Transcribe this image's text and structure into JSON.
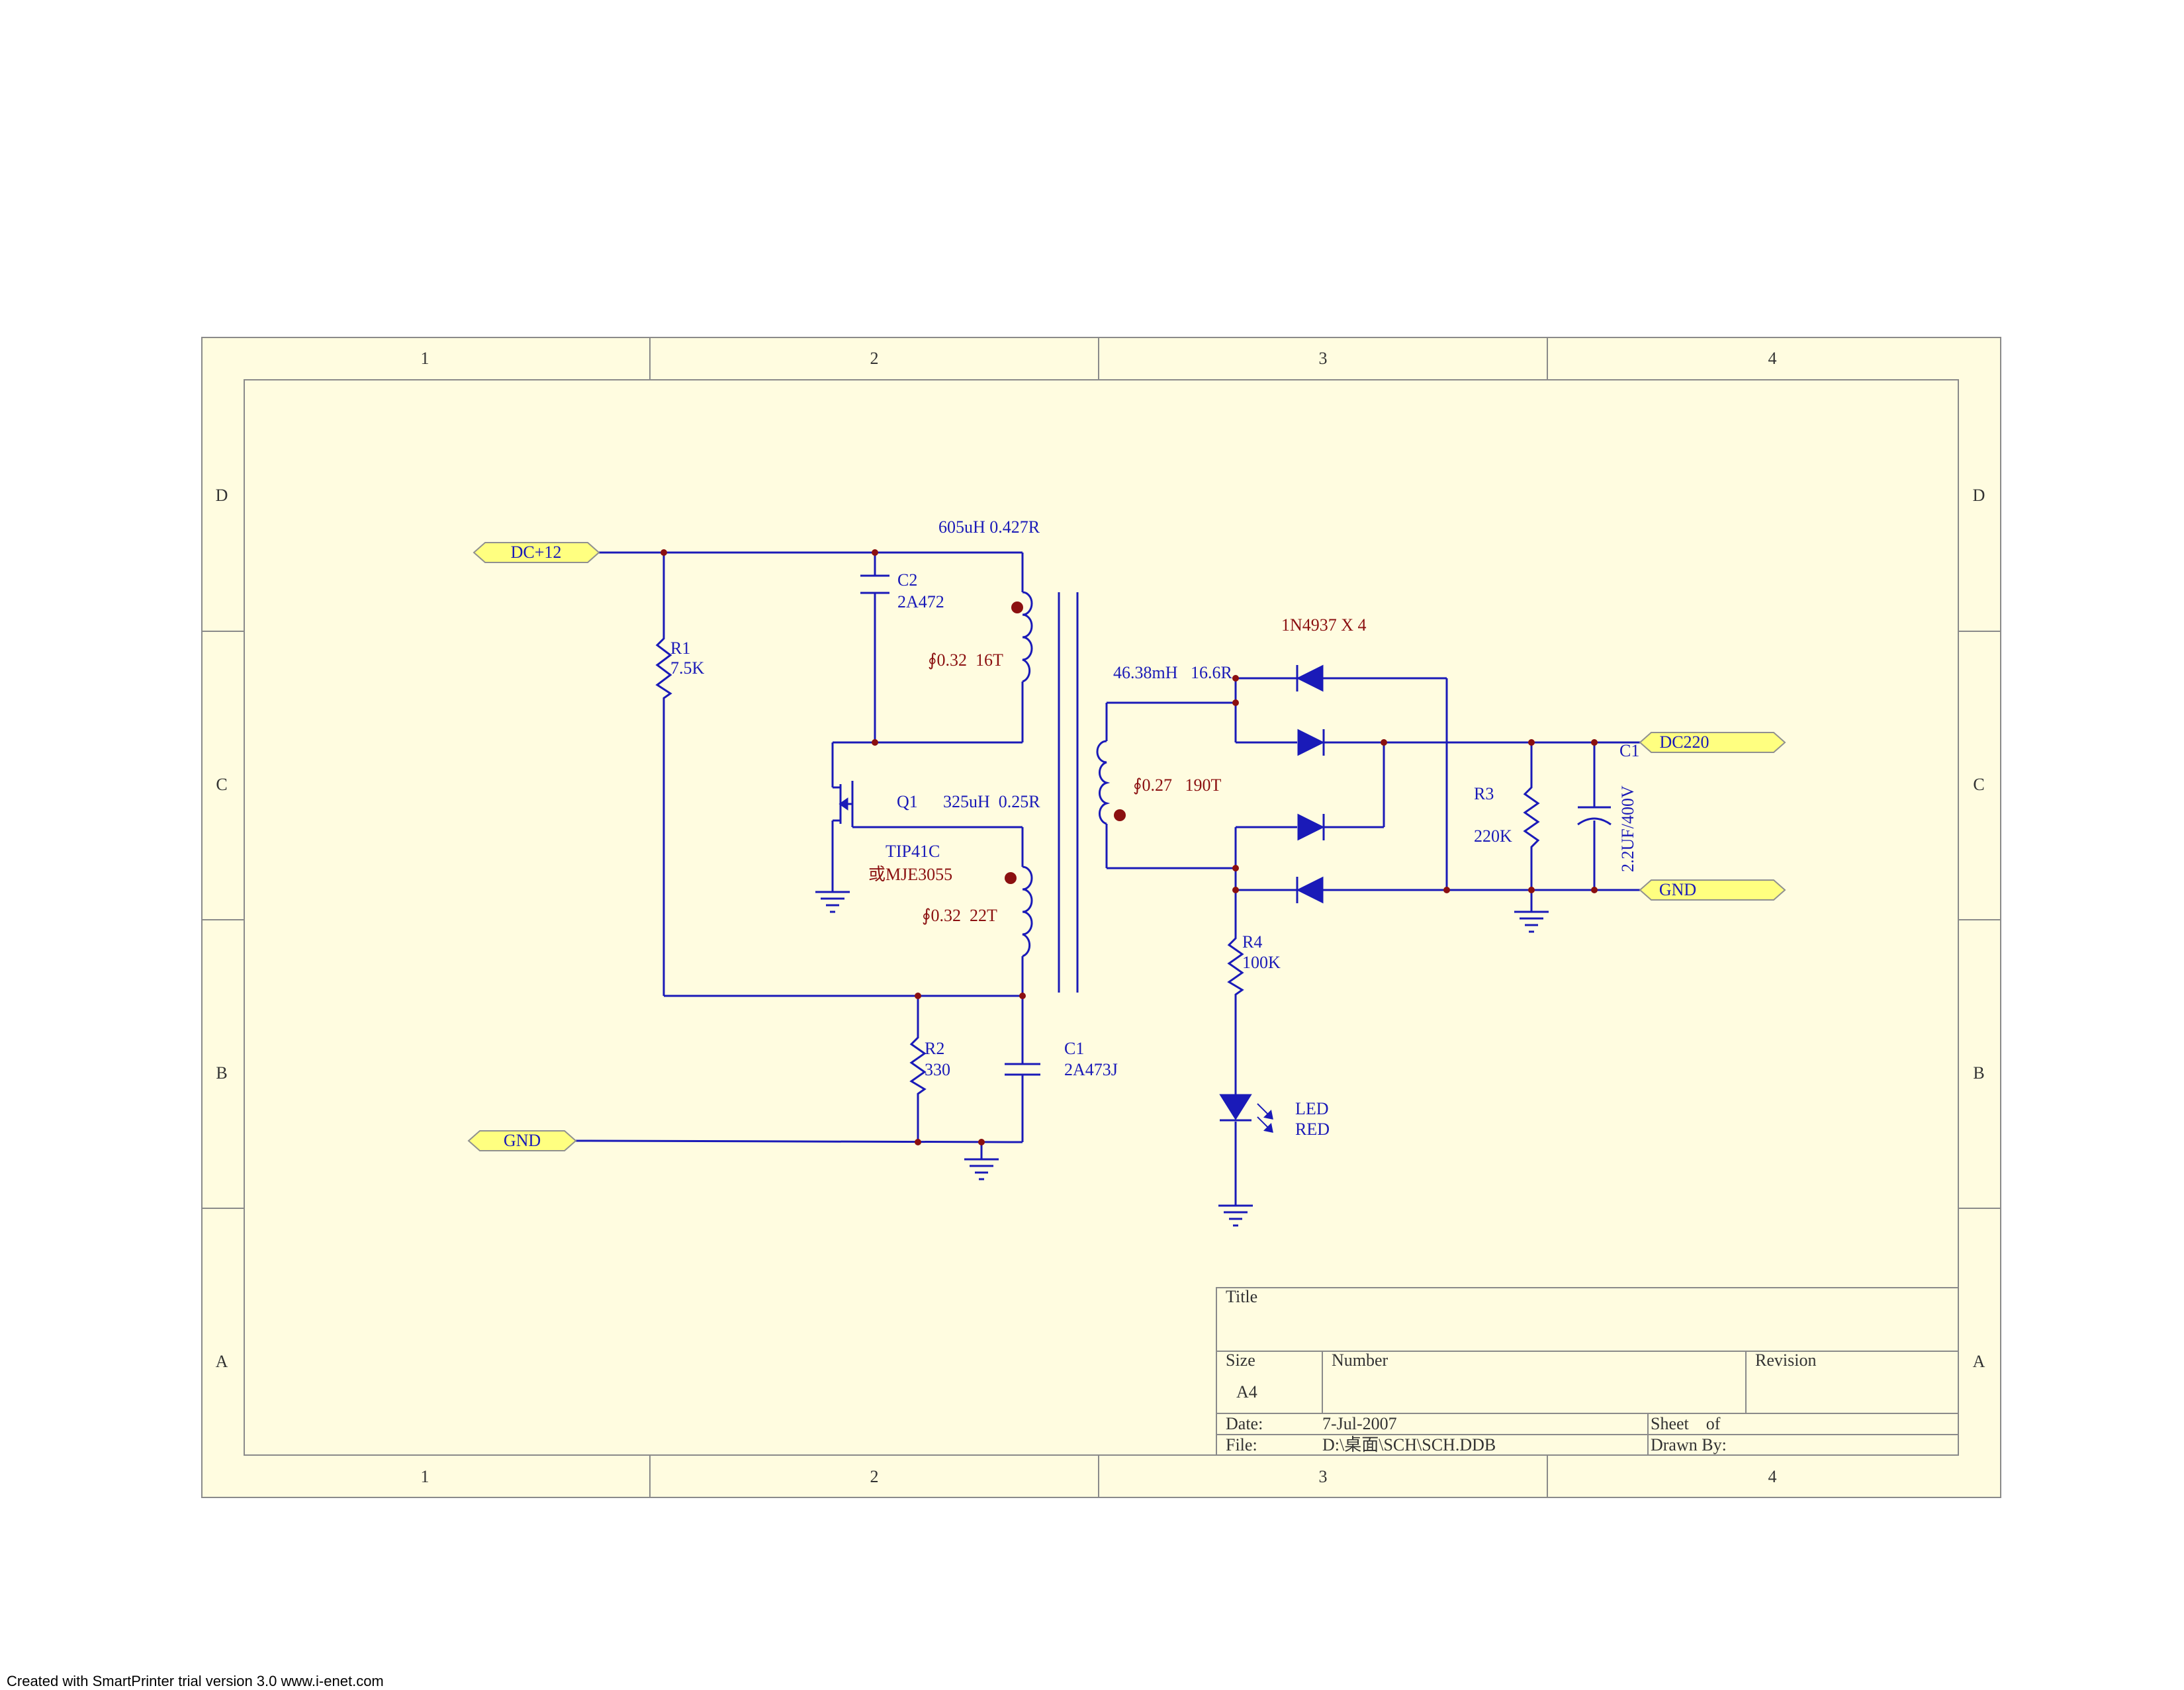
{
  "colors": {
    "sheet_fill": "#fffce0",
    "frame_line": "#8a8a8a",
    "wire": "#1a1ab8",
    "junction": "#8b1010",
    "component": "#1a1ab8",
    "label_blue": "#1a1ab8",
    "label_red": "#8b1010",
    "port_fill": "#ffff80",
    "port_stroke": "#909090",
    "diode_fill": "#1a1ab8"
  },
  "frame": {
    "columns": [
      "1",
      "2",
      "3",
      "4"
    ],
    "rows": [
      "D",
      "C",
      "B",
      "A"
    ]
  },
  "ports": {
    "dc12": "DC+12",
    "gnd_left": "GND",
    "dc220": "DC220",
    "gnd_right": "GND"
  },
  "labels": {
    "primary_inductor": "605uH 0.427R",
    "c2_ref": "C2",
    "c2_value": "2A472",
    "primary_wire": "∮0.32  16T",
    "r1_ref": "R1",
    "r1_value": "7.5K",
    "q1_ref": "Q1",
    "feedback_inductor": "325uH  0.25R",
    "q1_type": "TIP41C",
    "q1_alt": "或MJE3055",
    "feedback_wire": "∮0.32  22T",
    "r2_ref": "R2",
    "r2_value": "330",
    "c1_ref": "C1",
    "c1_value": "2A473J",
    "secondary_inductor": "46.38mH   16.6R",
    "secondary_wire": "∮0.27   190T",
    "diodes": "1N4937 X 4",
    "r3_ref": "R3",
    "r3_value": "220K",
    "out_cap_ref": "C1",
    "out_cap_value": "2.2UF/400V",
    "r4_ref": "R4",
    "r4_value": "100K",
    "led_line1": "LED",
    "led_line2": "RED"
  },
  "title_block": {
    "title_label": "Title",
    "size_label": "Size",
    "size_value": "A4",
    "number_label": "Number",
    "revision_label": "Revision",
    "date_label": "Date:",
    "date_value": "7-Jul-2007",
    "file_label": "File:",
    "file_value": "D:\\桌面\\SCH\\SCH.DDB",
    "sheet_label": "Sheet    of",
    "drawn_label": "Drawn By:"
  },
  "footer_text": "Created with SmartPrinter trial version 3.0  www.i-enet.com"
}
